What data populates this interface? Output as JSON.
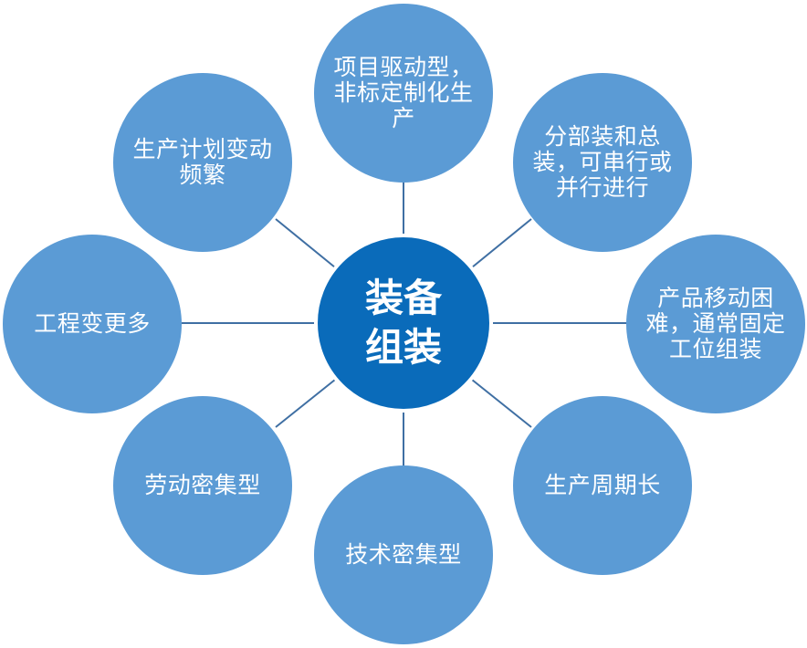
{
  "center": {
    "label": "装备组装"
  },
  "nodes": {
    "top": "项目驱动型，非标定制化生产",
    "top_right": "分部装和总装，可串行或并行进行",
    "right": "产品移动困难，通常固定工位组装",
    "bottom_right": "生产周期长",
    "bottom": "技术密集型",
    "bottom_left": "劳动密集型",
    "left": "工程变更多",
    "top_left": "生产计划变动频繁"
  },
  "colors": {
    "center_fill": "#0a6bba",
    "node_fill": "#5b9bd5",
    "connector": "#3f6fa3",
    "text": "#ffffff"
  }
}
